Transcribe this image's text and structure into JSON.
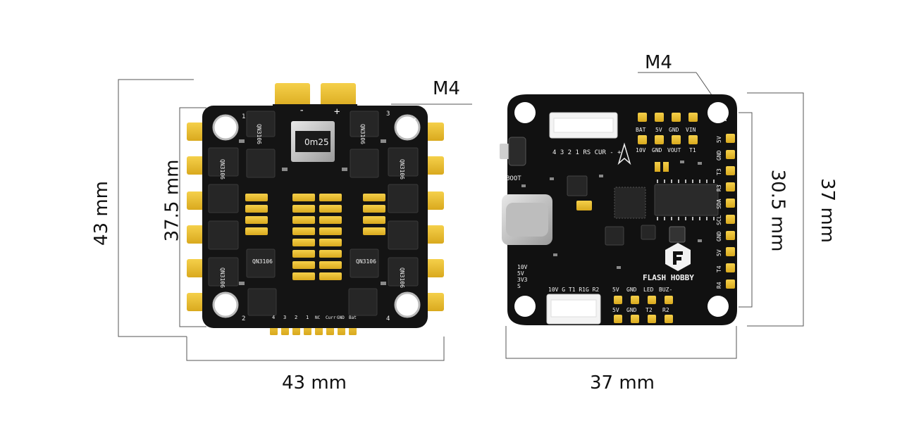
{
  "esc_board": {
    "width_label": "43 mm",
    "height_label": "43 mm",
    "mount_label": "37.5 mm",
    "hole_label": "M4",
    "shunt_label": "0m25",
    "mosfet_marking": "QN3106",
    "power_pads": [
      "-",
      "+"
    ],
    "corner_labels": [
      "1",
      "2",
      "3",
      "4"
    ],
    "signal_pads": [
      "4",
      "3",
      "2",
      "1",
      "NC",
      "Curr",
      "GND",
      "Bat"
    ]
  },
  "fc_board": {
    "width_label": "37 mm",
    "height_label": "37 mm",
    "mount_label": "30.5 mm",
    "hole_label": "M4",
    "brand_text": "FLASH HOBBY",
    "boot_label": "BOOT",
    "top_connector_label": "4 3 2 1 RS CUR - +",
    "top_pad_row1": [
      "BAT",
      "5V",
      "GND",
      "VIN"
    ],
    "top_pad_row2": [
      "10V",
      "GND",
      "VOUT",
      "T1"
    ],
    "right_pads": [
      "5V",
      "GND",
      "T3",
      "R3",
      "SDA",
      "SCL",
      "GND",
      "5V",
      "T4",
      "R4"
    ],
    "left_pads": [
      "10V",
      "5V",
      "3V3",
      "S"
    ],
    "bottom_connector_label": "10V G T1 R1G R2",
    "bottom_pad_row1": [
      "5V",
      "GND",
      "LED",
      "BUZ-"
    ],
    "bottom_pad_row2": [
      "5V",
      "GND",
      "T2",
      "R2"
    ]
  }
}
